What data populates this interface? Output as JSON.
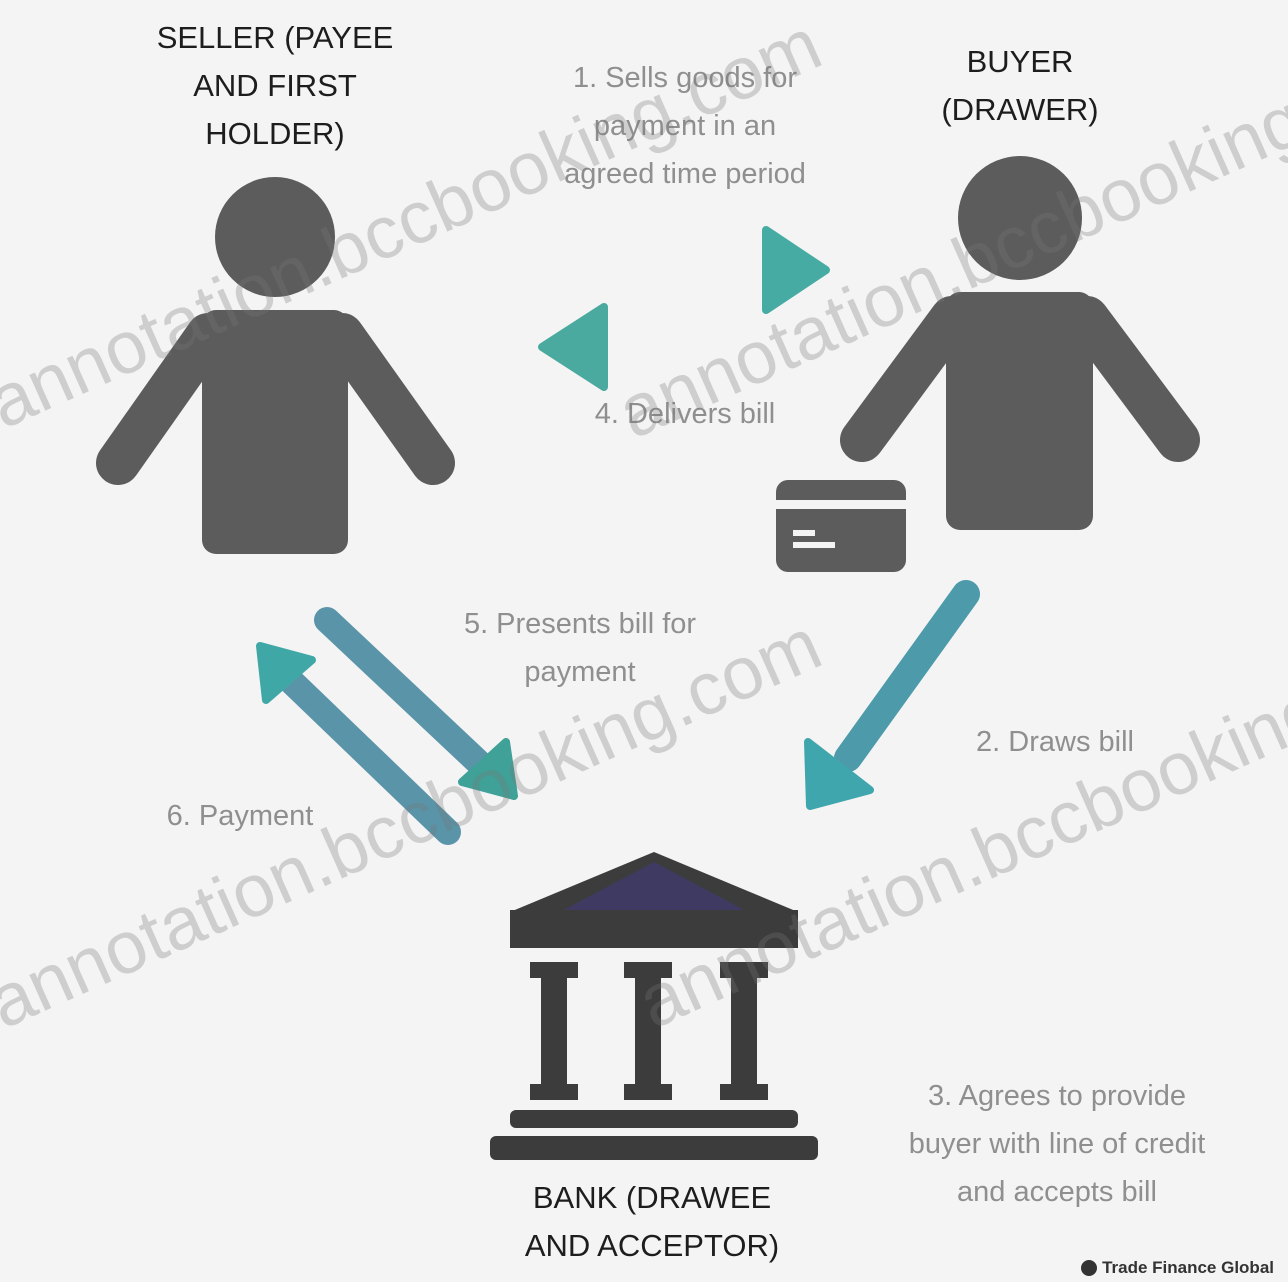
{
  "actors": {
    "seller": "SELLER (PAYEE\nAND FIRST\nHOLDER)",
    "buyer": "BUYER\n(DRAWER)",
    "bank": "BANK (DRAWEE\nAND ACCEPTOR)"
  },
  "steps": {
    "step1": "1. Sells goods for\npayment in an\nagreed time period",
    "step2": "2. Draws bill",
    "step3": "3. Agrees to provide\nbuyer with line of credit\nand accepts bill",
    "step4": "4. Delivers bill",
    "step5": "5. Presents bill for\npayment",
    "step6": "6. Payment"
  },
  "brand": "Trade Finance Global",
  "watermark": "annotation.bccbooking.com",
  "colors": {
    "figure": "#5c5c5c",
    "arrow_teal": "#3fa7ad",
    "arrow_green": "#3b9a86",
    "bank_dark": "#3c3c3c",
    "bank_roof_accent": "#3f3a62"
  },
  "icons": [
    "person-icon",
    "bill-icon",
    "bank-icon",
    "arrow-icon",
    "globe-icon"
  ]
}
